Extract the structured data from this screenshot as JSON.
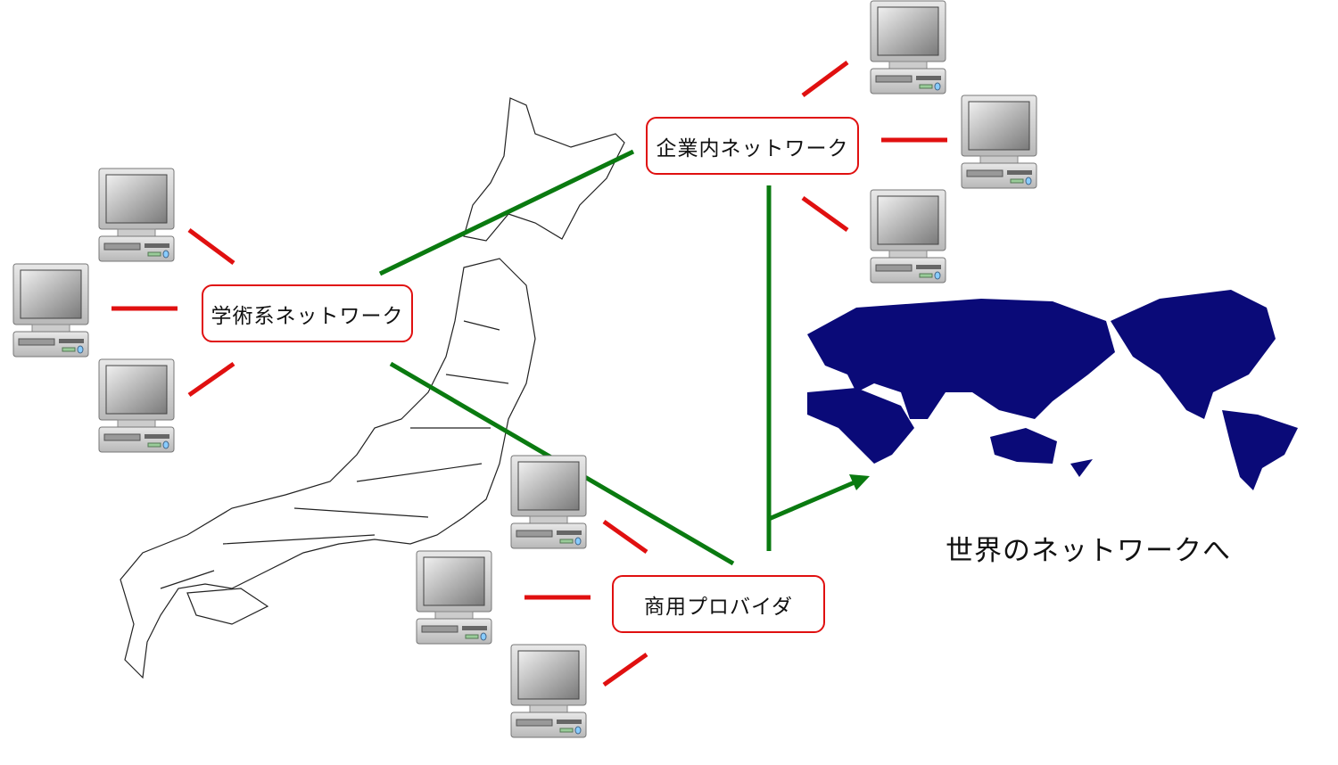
{
  "nodes": {
    "academic": "学術系ネットワーク",
    "corporate": "企業内ネットワーク",
    "provider": "商用プロバイダ"
  },
  "caption": "世界のネットワークへ",
  "colors": {
    "node_border": "#e01010",
    "local_link": "#e01010",
    "backbone_link": "#0a7a10",
    "world_map": "#0a0a78"
  },
  "icons": {
    "computer": "desktop-computer-icon"
  }
}
